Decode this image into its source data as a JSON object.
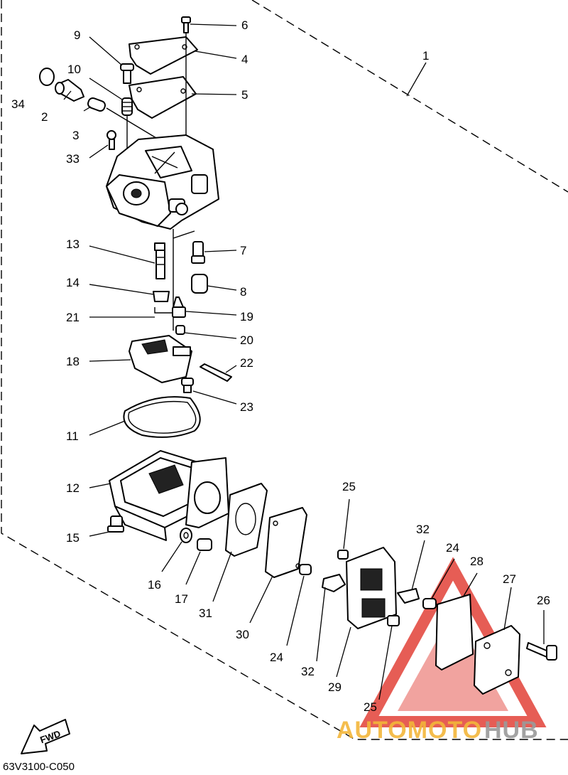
{
  "diagram_code": "63V3100-C050",
  "fwd_label": "FWD",
  "watermark": {
    "part1": "AUTOMOTO",
    "part2": "HUB",
    "color1": "#f3b63a",
    "color2": "#9a9a9a",
    "triangle_color": "#e0342b"
  },
  "callouts": [
    "1",
    "2",
    "3",
    "4",
    "5",
    "6",
    "7",
    "8",
    "9",
    "10",
    "11",
    "12",
    "13",
    "14",
    "15",
    "16",
    "17",
    "18",
    "19",
    "20",
    "21",
    "22",
    "23",
    "24",
    "24",
    "25",
    "25",
    "26",
    "27",
    "28",
    "29",
    "30",
    "31",
    "32",
    "32",
    "33",
    "34"
  ]
}
